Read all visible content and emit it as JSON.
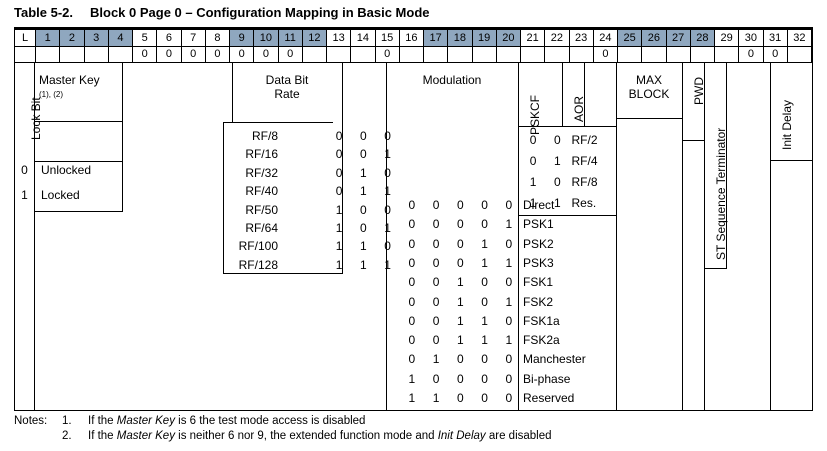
{
  "title": {
    "number": "Table 5-2.",
    "text": "Block 0 Page 0 – Configuration Mapping in Basic Mode"
  },
  "colors": {
    "shade": "#8fa7bf",
    "line": "#000000",
    "background": "#ffffff"
  },
  "header": {
    "lock_label": "L",
    "bits": [
      "1",
      "2",
      "3",
      "4",
      "5",
      "6",
      "7",
      "8",
      "9",
      "10",
      "11",
      "12",
      "13",
      "14",
      "15",
      "16",
      "17",
      "18",
      "19",
      "20",
      "21",
      "22",
      "23",
      "24",
      "25",
      "26",
      "27",
      "28",
      "29",
      "30",
      "31",
      "32"
    ],
    "shaded_bits": [
      "1",
      "2",
      "3",
      "4",
      "9",
      "10",
      "11",
      "12",
      "17",
      "18",
      "19",
      "20",
      "25",
      "26",
      "27",
      "28"
    ],
    "fixed_row": {
      "5": "0",
      "6": "0",
      "7": "0",
      "8": "0",
      "9": "0",
      "10": "0",
      "11": "0",
      "15": "0",
      "24": "0",
      "30": "0",
      "31": "0"
    }
  },
  "fields": {
    "lock_bit": "Lock Bit",
    "master_key": "Master Key",
    "master_key_notes": "(1), (2)",
    "data_bit_rate": "Data Bit Rate",
    "data_bit_rate_l1": "Data Bit",
    "data_bit_rate_l2": "Rate",
    "modulation": "Modulation",
    "pskcf": "PSKCF",
    "aor": "AOR",
    "max_block_l1": "MAX",
    "max_block_l2": "BLOCK",
    "pwd": "PWD",
    "st_sequence_terminator": "ST Sequence Terminator",
    "init_delay": "Init Delay"
  },
  "lock_bit_table": {
    "rows": [
      {
        "code": "0",
        "label": "Unlocked"
      },
      {
        "code": "1",
        "label": "Locked"
      }
    ]
  },
  "data_bit_rate_table": {
    "rows": [
      {
        "label": "RF/8",
        "bits": [
          "0",
          "0",
          "0"
        ]
      },
      {
        "label": "RF/16",
        "bits": [
          "0",
          "0",
          "1"
        ]
      },
      {
        "label": "RF/32",
        "bits": [
          "0",
          "1",
          "0"
        ]
      },
      {
        "label": "RF/40",
        "bits": [
          "0",
          "1",
          "1"
        ]
      },
      {
        "label": "RF/50",
        "bits": [
          "1",
          "0",
          "0"
        ]
      },
      {
        "label": "RF/64",
        "bits": [
          "1",
          "0",
          "1"
        ]
      },
      {
        "label": "RF/100",
        "bits": [
          "1",
          "1",
          "0"
        ]
      },
      {
        "label": "RF/128",
        "bits": [
          "1",
          "1",
          "1"
        ]
      }
    ]
  },
  "pskcf_table": {
    "rows": [
      {
        "bits": [
          "0",
          "0"
        ],
        "label": "RF/2"
      },
      {
        "bits": [
          "0",
          "1"
        ],
        "label": "RF/4"
      },
      {
        "bits": [
          "1",
          "0"
        ],
        "label": "RF/8"
      },
      {
        "bits": [
          "1",
          "1"
        ],
        "label": "Res."
      }
    ]
  },
  "modulation_table": {
    "rows": [
      {
        "bits": [
          "0",
          "0",
          "0",
          "0",
          "0"
        ],
        "label": "Direct"
      },
      {
        "bits": [
          "0",
          "0",
          "0",
          "0",
          "1"
        ],
        "label": "PSK1"
      },
      {
        "bits": [
          "0",
          "0",
          "0",
          "1",
          "0"
        ],
        "label": "PSK2"
      },
      {
        "bits": [
          "0",
          "0",
          "0",
          "1",
          "1"
        ],
        "label": "PSK3"
      },
      {
        "bits": [
          "0",
          "0",
          "1",
          "0",
          "0"
        ],
        "label": "FSK1"
      },
      {
        "bits": [
          "0",
          "0",
          "1",
          "0",
          "1"
        ],
        "label": "FSK2"
      },
      {
        "bits": [
          "0",
          "0",
          "1",
          "1",
          "0"
        ],
        "label": "FSK1a"
      },
      {
        "bits": [
          "0",
          "0",
          "1",
          "1",
          "1"
        ],
        "label": "FSK2a"
      },
      {
        "bits": [
          "0",
          "1",
          "0",
          "0",
          "0"
        ],
        "label": "Manchester"
      },
      {
        "bits": [
          "1",
          "0",
          "0",
          "0",
          "0"
        ],
        "label": "Bi-phase"
      },
      {
        "bits": [
          "1",
          "1",
          "0",
          "0",
          "0"
        ],
        "label": "Reserved"
      }
    ]
  },
  "notes": {
    "label": "Notes:",
    "items": [
      {
        "num": "1.",
        "pre": "If the ",
        "em1": "Master Key",
        "mid": " is 6 the test mode access is disabled",
        "em2": "",
        "post": ""
      },
      {
        "num": "2.",
        "pre": "If the ",
        "em1": "Master Key",
        "mid": " is neither 6 nor 9, the extended function mode and ",
        "em2": "Init Delay",
        "post": " are disabled"
      }
    ]
  }
}
